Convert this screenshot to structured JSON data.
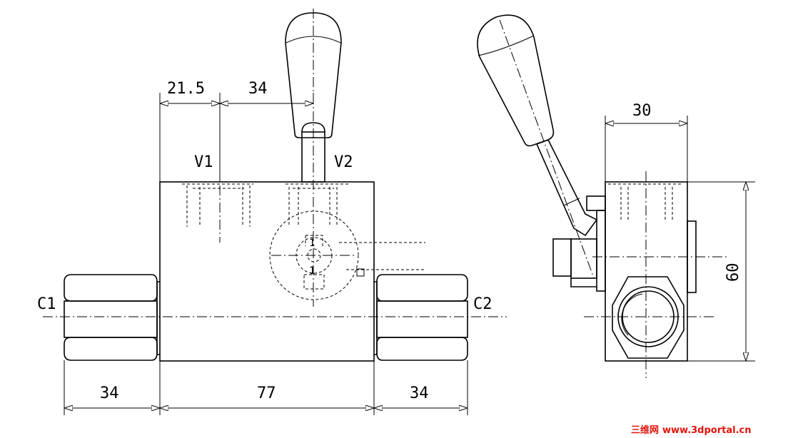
{
  "drawing": {
    "front_view": {
      "dims": {
        "top_left": "21.5",
        "top_right": "34",
        "bottom_left": "34",
        "bottom_mid": "77",
        "bottom_right": "34"
      },
      "ports": {
        "v1": "V1",
        "v2": "V2",
        "c1": "C1",
        "c2": "C2"
      },
      "inner_marks": [
        "1",
        "1"
      ]
    },
    "side_view": {
      "dims": {
        "width": "30",
        "height": "60"
      }
    }
  },
  "watermark": {
    "cn": "三维网",
    "url": "www.3dportal.cn"
  },
  "colors": {
    "line": "#000000",
    "watermark": "#e3140b",
    "background": "#ffffff"
  }
}
